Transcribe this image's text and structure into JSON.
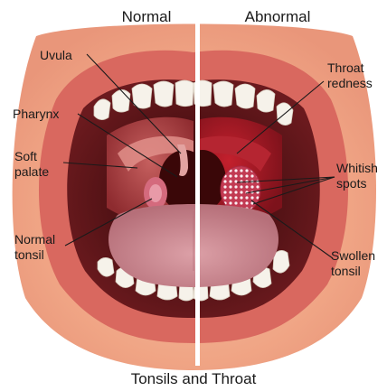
{
  "header": {
    "normal": "Normal",
    "abnormal": "Abnormal"
  },
  "labels": {
    "uvula": "Uvula",
    "pharynx": "Pharynx",
    "soft_palate": [
      "Soft",
      "palate"
    ],
    "normal_tonsil": [
      "Normal",
      "tonsil"
    ],
    "throat_redness": [
      "Throat",
      "redness"
    ],
    "whitish_spots": [
      "Whitish",
      "spots"
    ],
    "swollen_tonsil": [
      "Swollen",
      "tonsil"
    ]
  },
  "caption": "Tonsils and Throat",
  "colors": {
    "skin": "#f0a585",
    "lip": "#d9685f",
    "mouth_dark": "#5a0f14",
    "throat_normal": "#8e2b2f",
    "throat_red": "#9e1b26",
    "tongue": "#cf8c95",
    "teeth": "#f6f2ea",
    "divider": "#ffffff"
  }
}
